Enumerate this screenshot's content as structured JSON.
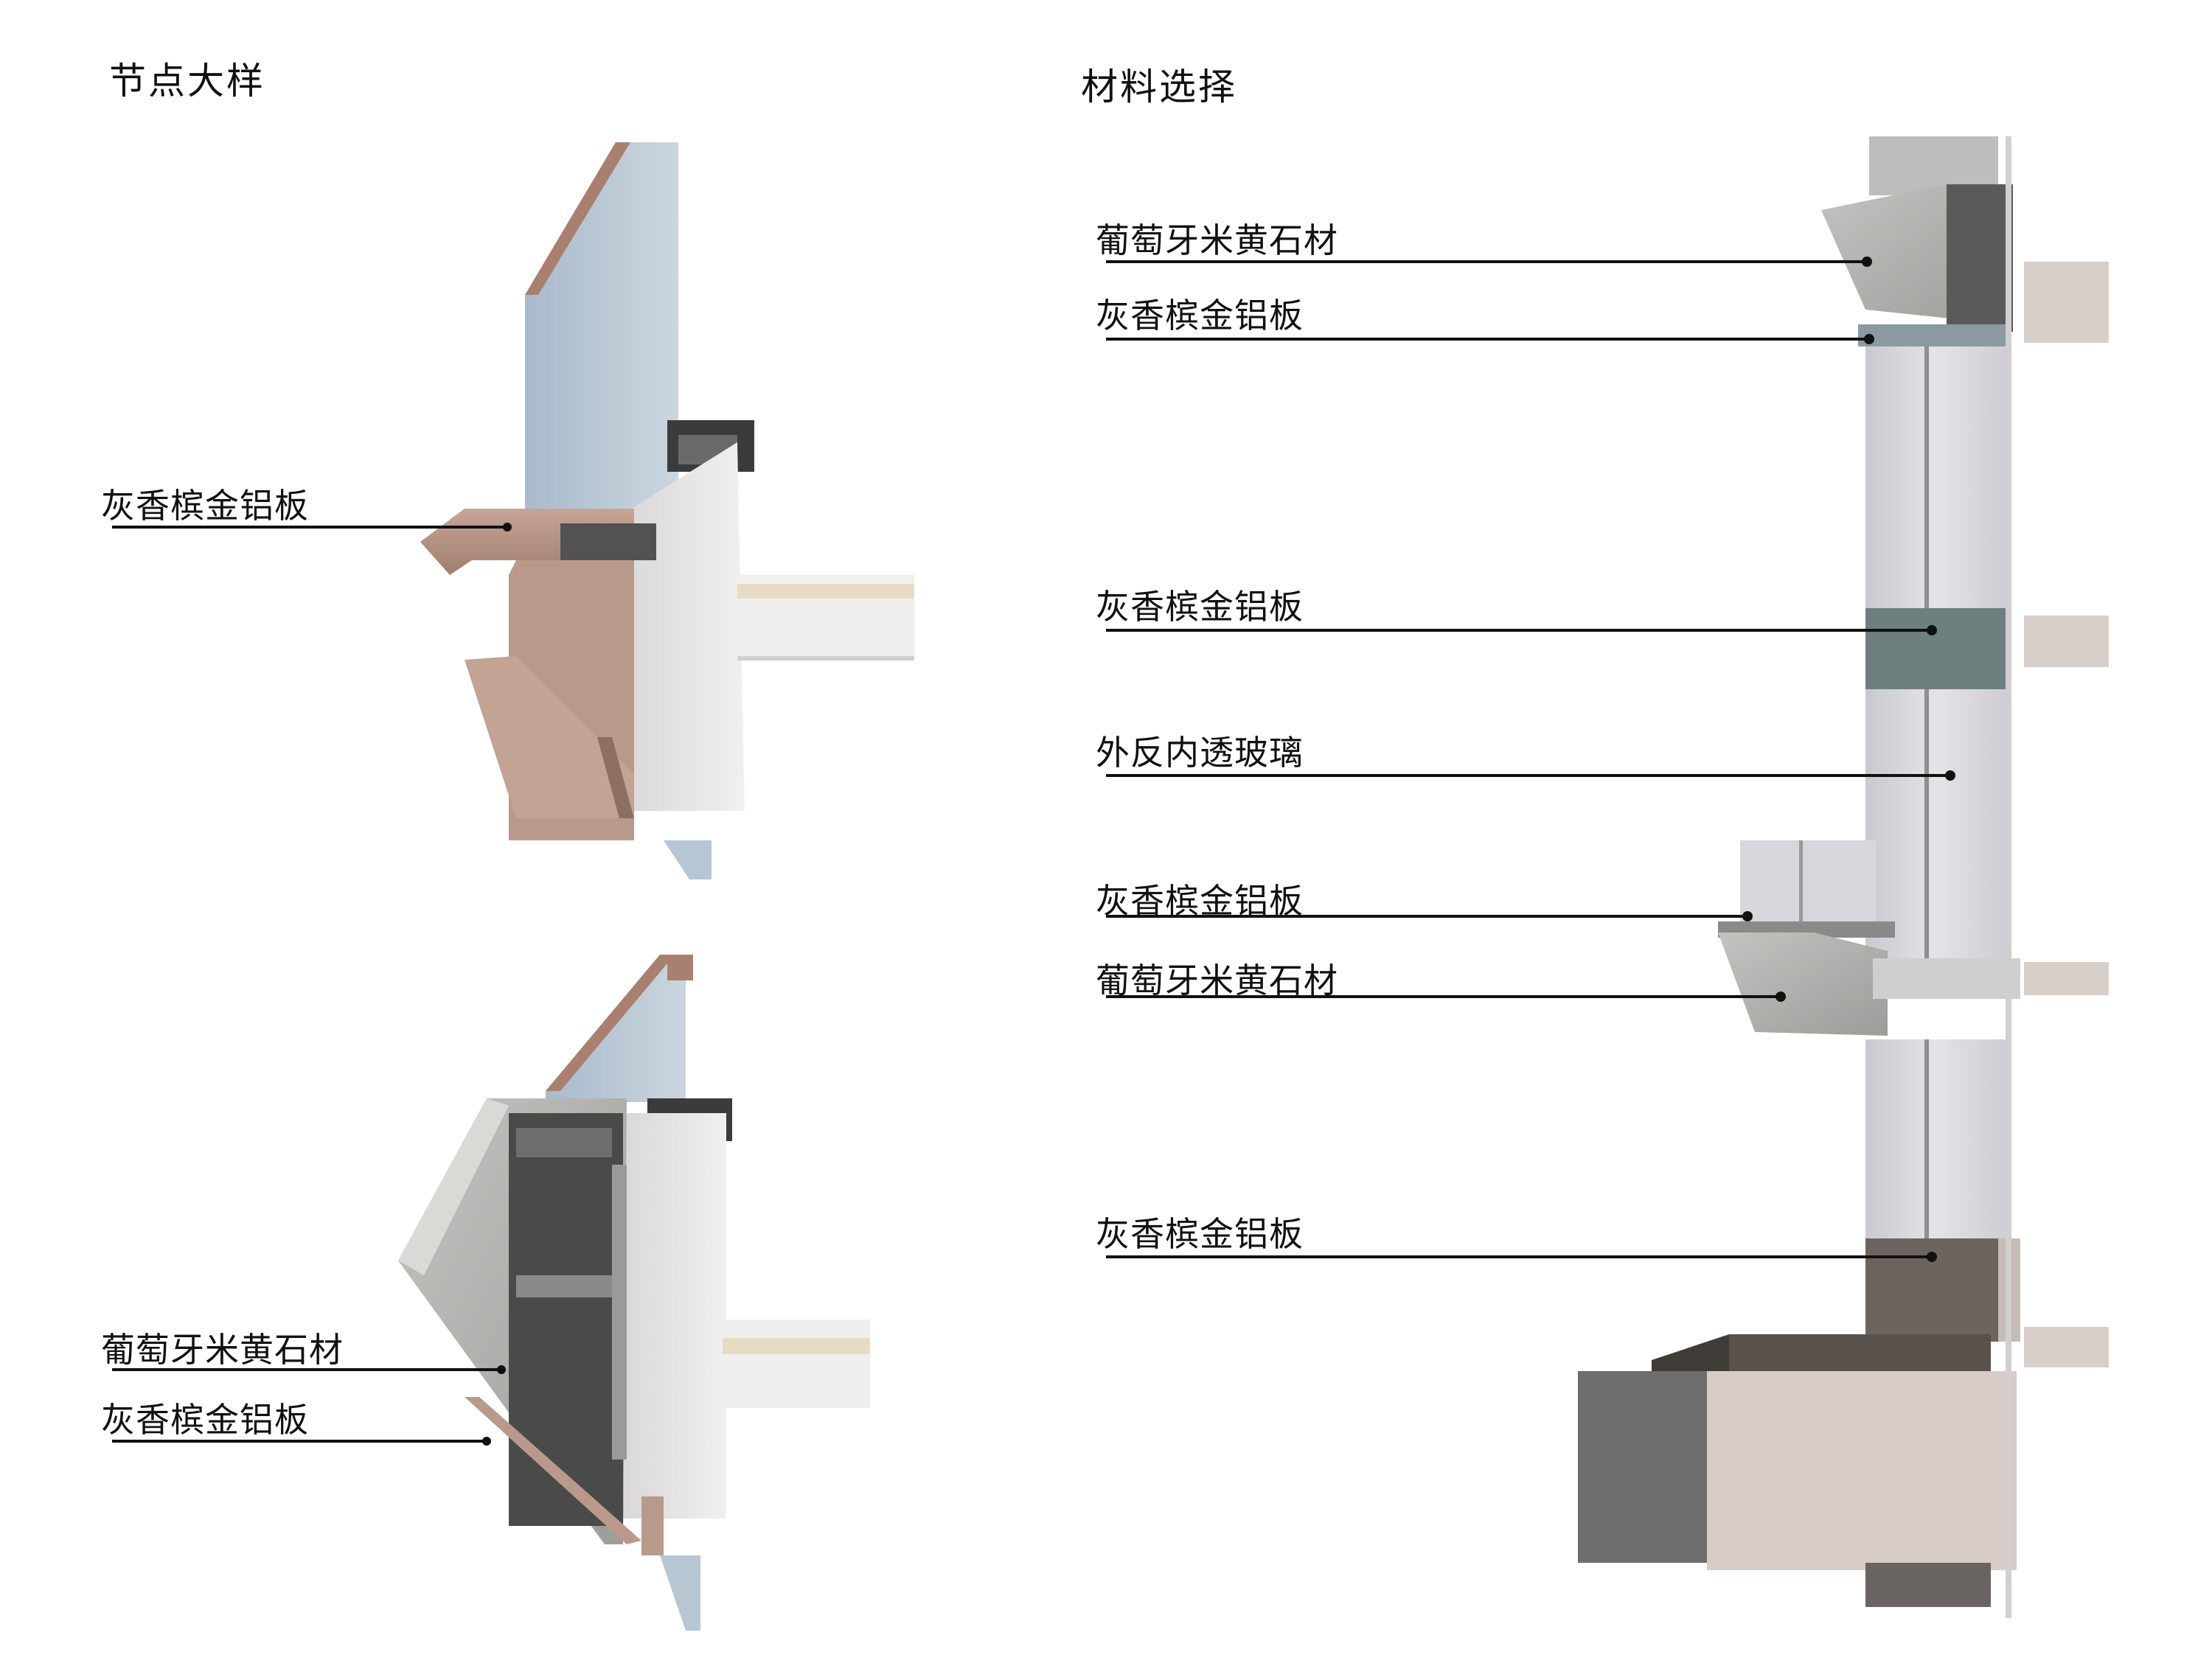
{
  "left_panel": {
    "title": "节点大样",
    "labels": [
      "灰香槟金铝板",
      "葡萄牙米黄石材",
      "灰香槟金铝板"
    ]
  },
  "right_panel": {
    "title": "材料选择",
    "labels": [
      "葡萄牙米黄石材",
      "灰香槟金铝板",
      "灰香槟金铝板",
      "外反内透玻璃",
      "灰香槟金铝板",
      "葡萄牙米黄石材",
      "灰香槟金铝板"
    ]
  },
  "colors": {
    "aluminum_panel": "#b99a8a",
    "stone": "#a9a9a7",
    "glass": "#b7c6d3",
    "concrete": "#e8e8e6",
    "dark_frame": "#3b3b3b"
  }
}
